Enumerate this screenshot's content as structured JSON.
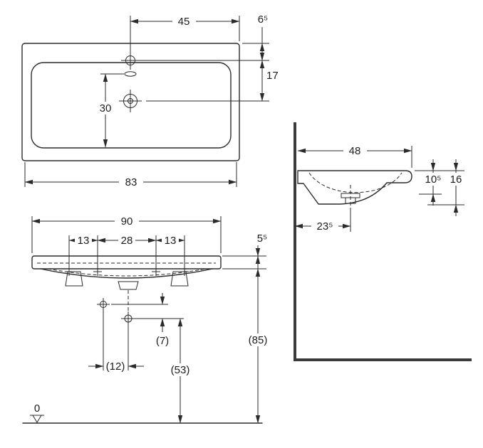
{
  "drawing": {
    "plan_view": {
      "tap_to_edge": "45",
      "edge_to_tap": "6⁵",
      "tap_to_drain": "17",
      "basin_depth": "30",
      "overall_width": "83"
    },
    "side_view": {
      "depth": "48",
      "front_edge_height": "10⁵",
      "total_height": "16",
      "wall_to_trap": "23⁵"
    },
    "front_view": {
      "overall_width": "90",
      "fixing_left": "13",
      "fixing_center": "28",
      "fixing_right": "13",
      "apron_height": "5⁵",
      "offset_vertical": "(7)",
      "offset_horizontal": "(12)",
      "trap_height": "(53)",
      "rim_height": "(85)",
      "datum": "0"
    }
  }
}
